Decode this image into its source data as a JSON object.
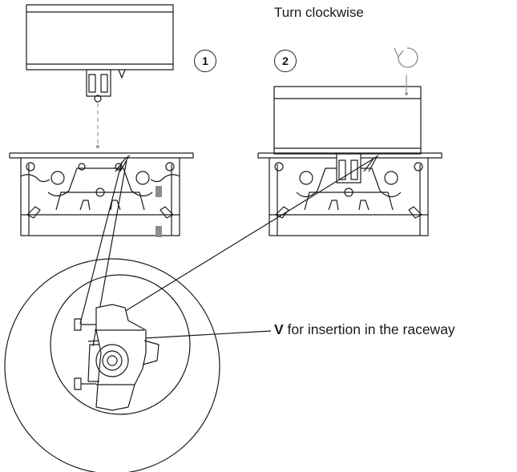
{
  "instruction": {
    "text": "Turn clockwise"
  },
  "steps": [
    {
      "number": "1"
    },
    {
      "number": "2"
    }
  ],
  "callout": {
    "bold": "V",
    "rest": " for insertion in the raceway"
  },
  "icons": {
    "rotation": "clockwise-arrow-icon"
  },
  "colors": {
    "line": "#1a1a1a",
    "guide": "#9a9a9a",
    "fill_light": "#f2f2f2",
    "marker": "#8c8c8c"
  }
}
